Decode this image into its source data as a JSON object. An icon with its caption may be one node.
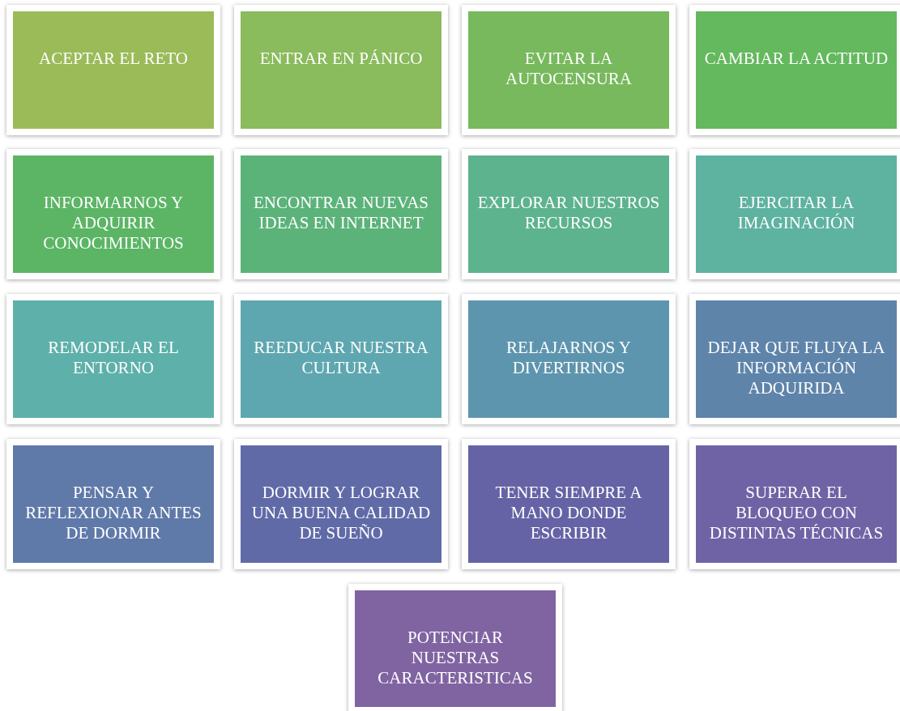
{
  "diagram": {
    "nodes": [
      {
        "text": [
          "ACEPTAR EL RETO"
        ]
      },
      {
        "text": [
          "ENTRAR EN PÁNICO"
        ]
      },
      {
        "text": [
          "EVITAR LA AUTOCENSURA"
        ]
      },
      {
        "text": [
          "CAMBIAR LA ACTITUD"
        ]
      },
      {
        "text": [
          "INFORMARNOS Y ADQUIRIR CONOCIMIENTOS"
        ]
      },
      {
        "text": [
          "ENCONTRAR NUEVAS IDEAS EN INTERNET"
        ]
      },
      {
        "text": [
          "EXPLORAR NUESTROS RECURSOS"
        ]
      },
      {
        "text": [
          "EJERCITAR LA IMAGINACIÓN"
        ]
      },
      {
        "text": [
          "REMODELAR EL ENTORNO"
        ]
      },
      {
        "text": [
          "REEDUCAR NUESTRA CULTURA"
        ]
      },
      {
        "text": [
          "RELAJARNOS Y DIVERTIRNOS"
        ]
      },
      {
        "text": [
          "DEJAR QUE FLUYA LA INFORMACIÓN ADQUIRIDA"
        ]
      },
      {
        "text": [
          "PENSAR Y REFLEXIONAR ANTES DE DORMIR"
        ]
      },
      {
        "text": [
          "DORMIR Y LOGRAR UNA BUENA CALIDAD DE SUEÑO"
        ]
      },
      {
        "text": [
          "TENER SIEMPRE A MANO DONDE ESCRIBIR"
        ]
      },
      {
        "text": [
          "SUPERAR EL BLOQUEO CON DISTINTAS TÉCNICAS"
        ]
      },
      {
        "text": [
          "POTENCIAR NUESTRAS CARACTERISTICAS"
        ]
      }
    ]
  }
}
